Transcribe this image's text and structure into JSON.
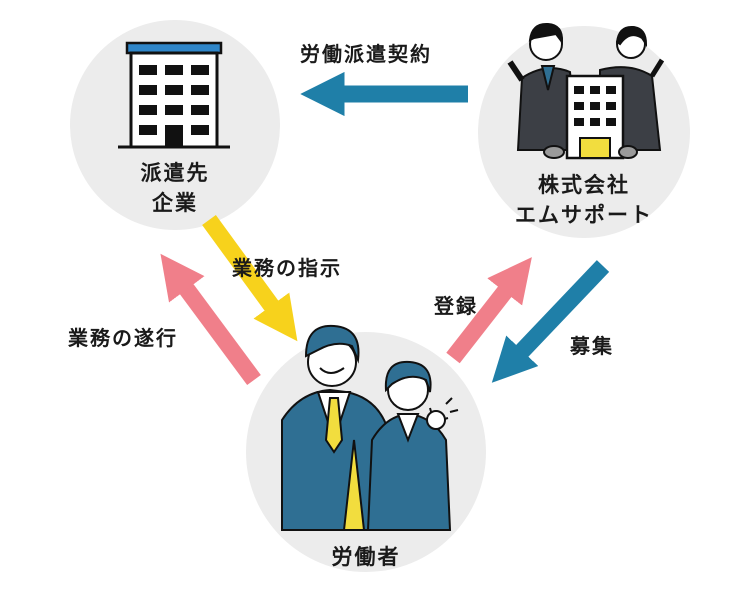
{
  "nodes": {
    "client": {
      "line1": "派遣先",
      "line2": "企業"
    },
    "agency": {
      "line1": "株式会社",
      "line2": "エムサポート"
    },
    "worker": {
      "label": "労働者"
    }
  },
  "edges": {
    "dispatch_contract": "労働派遣契約",
    "work_instruction": "業務の指示",
    "work_execution": "業務の遂行",
    "registration": "登録",
    "recruitment": "募集"
  },
  "colors": {
    "circle_bg": "#ececec",
    "arrow_contract": "#1f7fa8",
    "arrow_instruction": "#f7d21c",
    "arrow_execution": "#f07f8a",
    "arrow_registration": "#f07f8a",
    "arrow_recruitment": "#1f7fa8",
    "suit": "#2f6f93",
    "tie": "#f2dd3e"
  },
  "icons": [
    "office-building-icon",
    "businessmen-with-building-icon",
    "workers-in-suits-icon"
  ]
}
